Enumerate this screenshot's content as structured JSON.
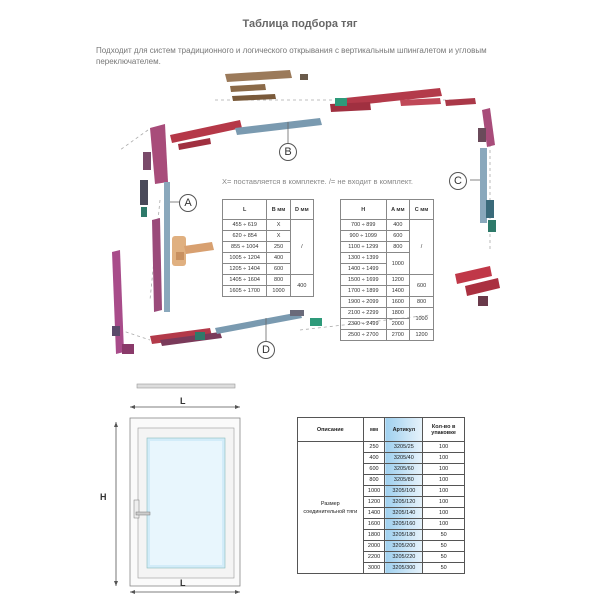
{
  "title": "Таблица подбора тяг",
  "subtitle": "Подходит для систем традиционного и логического открывания с вертикальным шпингалетом и угловым переключателем.",
  "note": "X= поставляется в комплекте. /= не входит в комплект.",
  "letters": {
    "a": "A",
    "b": "B",
    "c": "C",
    "d": "D"
  },
  "table_l": {
    "headers": [
      "L",
      "B мм",
      "D мм"
    ],
    "rows": [
      [
        "455 ÷ 619",
        "X"
      ],
      [
        "620 ÷ 854",
        "X"
      ],
      [
        "855 ÷ 1004",
        "250"
      ],
      [
        "1005 ÷ 1204",
        "400"
      ],
      [
        "1205 ÷ 1404",
        "600"
      ],
      [
        "1405 ÷ 1604",
        "800"
      ],
      [
        "1605 ÷ 1700",
        "1000"
      ]
    ],
    "d_values": [
      "/",
      "400"
    ]
  },
  "table_h": {
    "headers": [
      "H",
      "A мм",
      "C мм"
    ],
    "rows": [
      [
        "700 ÷ 899",
        "400"
      ],
      [
        "900 ÷ 1099",
        "600"
      ],
      [
        "1100 ÷ 1299",
        "800"
      ],
      [
        "1300 ÷ 1399",
        "1000"
      ],
      [
        "1400 ÷ 1499",
        ""
      ],
      [
        "1500 ÷ 1699",
        "1200"
      ],
      [
        "1700 ÷ 1899",
        "1400"
      ],
      [
        "1900 ÷ 2099",
        "1600"
      ],
      [
        "2100 ÷ 2299",
        "1800"
      ],
      [
        "2300 ÷ 2499",
        "2000"
      ],
      [
        "2500 ÷ 2700",
        "2700"
      ]
    ],
    "c_values": [
      "/",
      "600",
      "800",
      "1000",
      "1200"
    ]
  },
  "window_dims": {
    "top_l": "L",
    "bottom_l": "L",
    "h": "H"
  },
  "table_art": {
    "headers": [
      "Описание",
      "мм",
      "Артикул",
      "Кол-во в упаковке"
    ],
    "description": "Размер соединительной тяги",
    "rows": [
      [
        "250",
        "3205/25",
        "100"
      ],
      [
        "400",
        "3205/40",
        "100"
      ],
      [
        "600",
        "3205/60",
        "100"
      ],
      [
        "800",
        "3205/80",
        "100"
      ],
      [
        "1000",
        "3205/100",
        "100"
      ],
      [
        "1200",
        "3205/120",
        "100"
      ],
      [
        "1400",
        "3205/140",
        "100"
      ],
      [
        "1600",
        "3205/160",
        "100"
      ],
      [
        "1800",
        "3205/180",
        "50"
      ],
      [
        "2000",
        "3205/200",
        "50"
      ],
      [
        "2200",
        "3205/220",
        "50"
      ],
      [
        "3000",
        "3205/300",
        "50"
      ]
    ]
  }
}
